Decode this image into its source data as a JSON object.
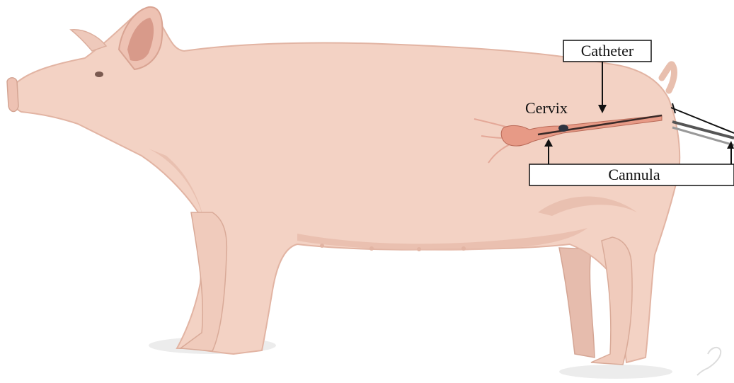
{
  "labels": {
    "catheter": "Catheter",
    "cervix": "Cervix",
    "cannula": "Cannula"
  },
  "colors": {
    "pig_skin": "#f3d2c4",
    "pig_shadow": "#e2b4a3",
    "pig_dark": "#c89584",
    "ear_inner": "#d89a8a",
    "tract_fill": "#e79a86",
    "tract_dark": "#b96a58",
    "line": "#111111",
    "ground_shadow": "#ececec"
  }
}
